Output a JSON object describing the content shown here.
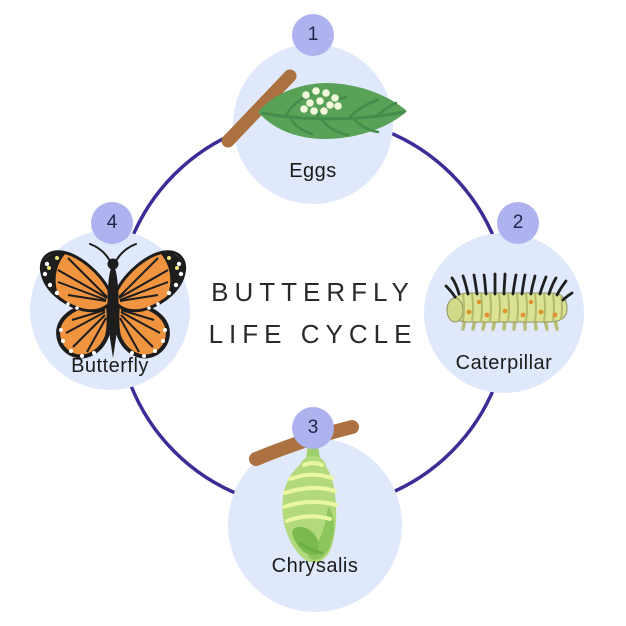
{
  "title": {
    "line1": "BUTTERFLY",
    "line2": "LIFE CYCLE"
  },
  "stages": [
    {
      "number": "1",
      "label": "Eggs",
      "illustration": "leaf-with-eggs-icon"
    },
    {
      "number": "2",
      "label": "Caterpillar",
      "illustration": "caterpillar-icon"
    },
    {
      "number": "3",
      "label": "Chrysalis",
      "illustration": "chrysalis-icon"
    },
    {
      "number": "4",
      "label": "Butterfly",
      "illustration": "butterfly-icon"
    }
  ],
  "colors": {
    "background": "#ffffff",
    "stage_circle": "#dfe9fb",
    "badge": "#aeb2ee",
    "badge_text": "#24244a",
    "ring": "#3b2d96",
    "title_text": "#2a2a2a",
    "label_text": "#1b1b1b",
    "leaf_green": "#57a257",
    "branch_brown": "#ab7140",
    "butterfly_orange": "#f09440",
    "caterpillar_green": "#dce293",
    "chrysalis_green": "#b2da7d"
  }
}
